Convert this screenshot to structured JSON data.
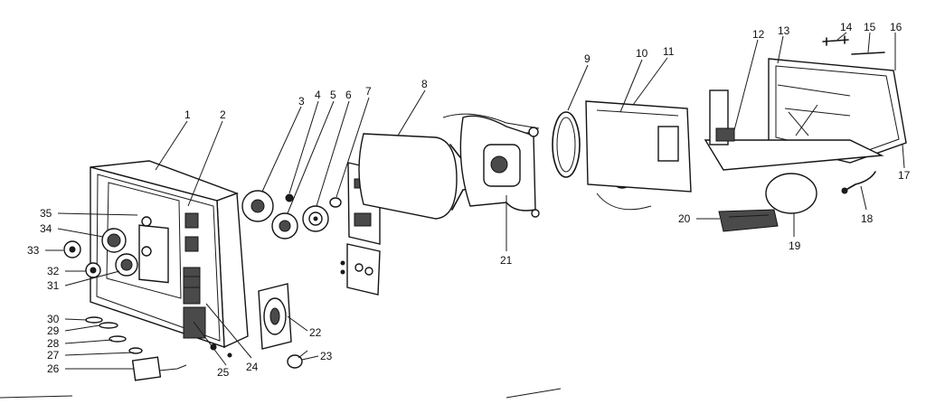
{
  "diagram": {
    "part_labels": [
      "1",
      "2",
      "3",
      "4",
      "5",
      "6",
      "7",
      "8",
      "9",
      "10",
      "11",
      "12",
      "13",
      "14",
      "15",
      "16",
      "17",
      "18",
      "19",
      "20",
      "21",
      "22",
      "23",
      "24",
      "25",
      "26",
      "27",
      "28",
      "29",
      "30",
      "31",
      "32",
      "33",
      "34",
      "35"
    ],
    "colors": {
      "ink": "#141414",
      "background": "#ffffff"
    }
  }
}
